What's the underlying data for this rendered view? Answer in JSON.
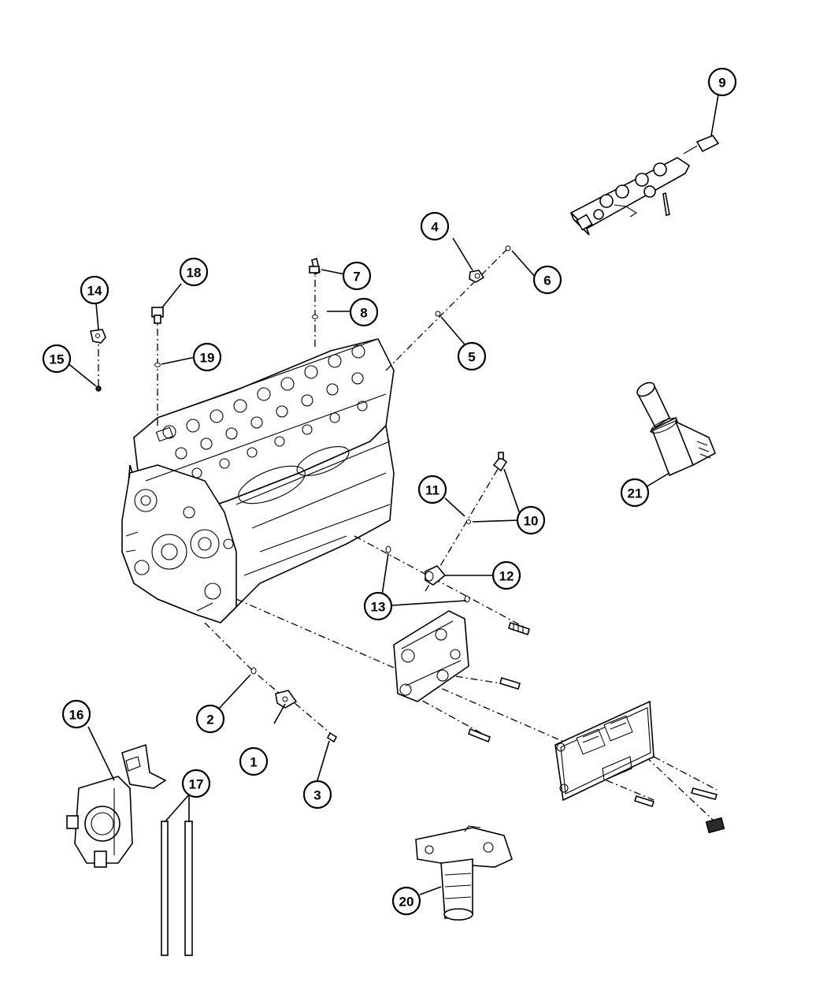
{
  "diagram": {
    "callouts": [
      {
        "label": "1"
      },
      {
        "label": "2"
      },
      {
        "label": "3"
      },
      {
        "label": "4"
      },
      {
        "label": "5"
      },
      {
        "label": "6"
      },
      {
        "label": "7"
      },
      {
        "label": "8"
      },
      {
        "label": "9"
      },
      {
        "label": "10"
      },
      {
        "label": "11"
      },
      {
        "label": "12"
      },
      {
        "label": "13"
      },
      {
        "label": "14"
      },
      {
        "label": "15"
      },
      {
        "label": "16"
      },
      {
        "label": "17"
      },
      {
        "label": "18"
      },
      {
        "label": "19"
      },
      {
        "label": "20"
      },
      {
        "label": "21"
      }
    ]
  }
}
